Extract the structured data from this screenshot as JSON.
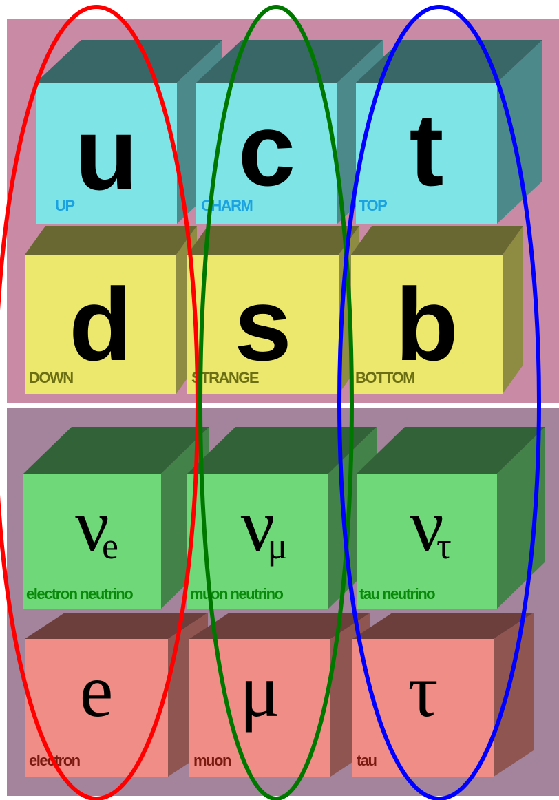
{
  "quarks": [
    {
      "symbol": "u",
      "name": "UP"
    },
    {
      "symbol": "c",
      "name": "CHARM"
    },
    {
      "symbol": "t",
      "name": "TOP"
    },
    {
      "symbol": "d",
      "name": "DOWN"
    },
    {
      "symbol": "s",
      "name": "STRANGE"
    },
    {
      "symbol": "b",
      "name": "BOTTOM"
    }
  ],
  "leptons": [
    {
      "symbol": "ν",
      "subscript": "e",
      "name": "electron neutrino"
    },
    {
      "symbol": "ν",
      "subscript": "μ",
      "name": "muon neutrino"
    },
    {
      "symbol": "ν",
      "subscript": "τ",
      "name": "tau neutrino"
    },
    {
      "symbol": "e",
      "name": "electron"
    },
    {
      "symbol": "μ",
      "name": "muon"
    },
    {
      "symbol": "τ",
      "name": "tau"
    }
  ],
  "colors": {
    "up_type_face": "#7fe4e6",
    "down_type_face": "#ece86e",
    "neutrino_face": "#6fd97a",
    "charged_lepton_face": "#ef8d86",
    "up_type_label": "#1aa3e0",
    "down_type_label": "#6b6e12",
    "neutrino_label": "#0a8a0a",
    "charged_lepton_label": "#7a1a10",
    "generation_1_ring": "#ff0000",
    "generation_2_ring": "#007800",
    "generation_3_ring": "#0000ff"
  }
}
